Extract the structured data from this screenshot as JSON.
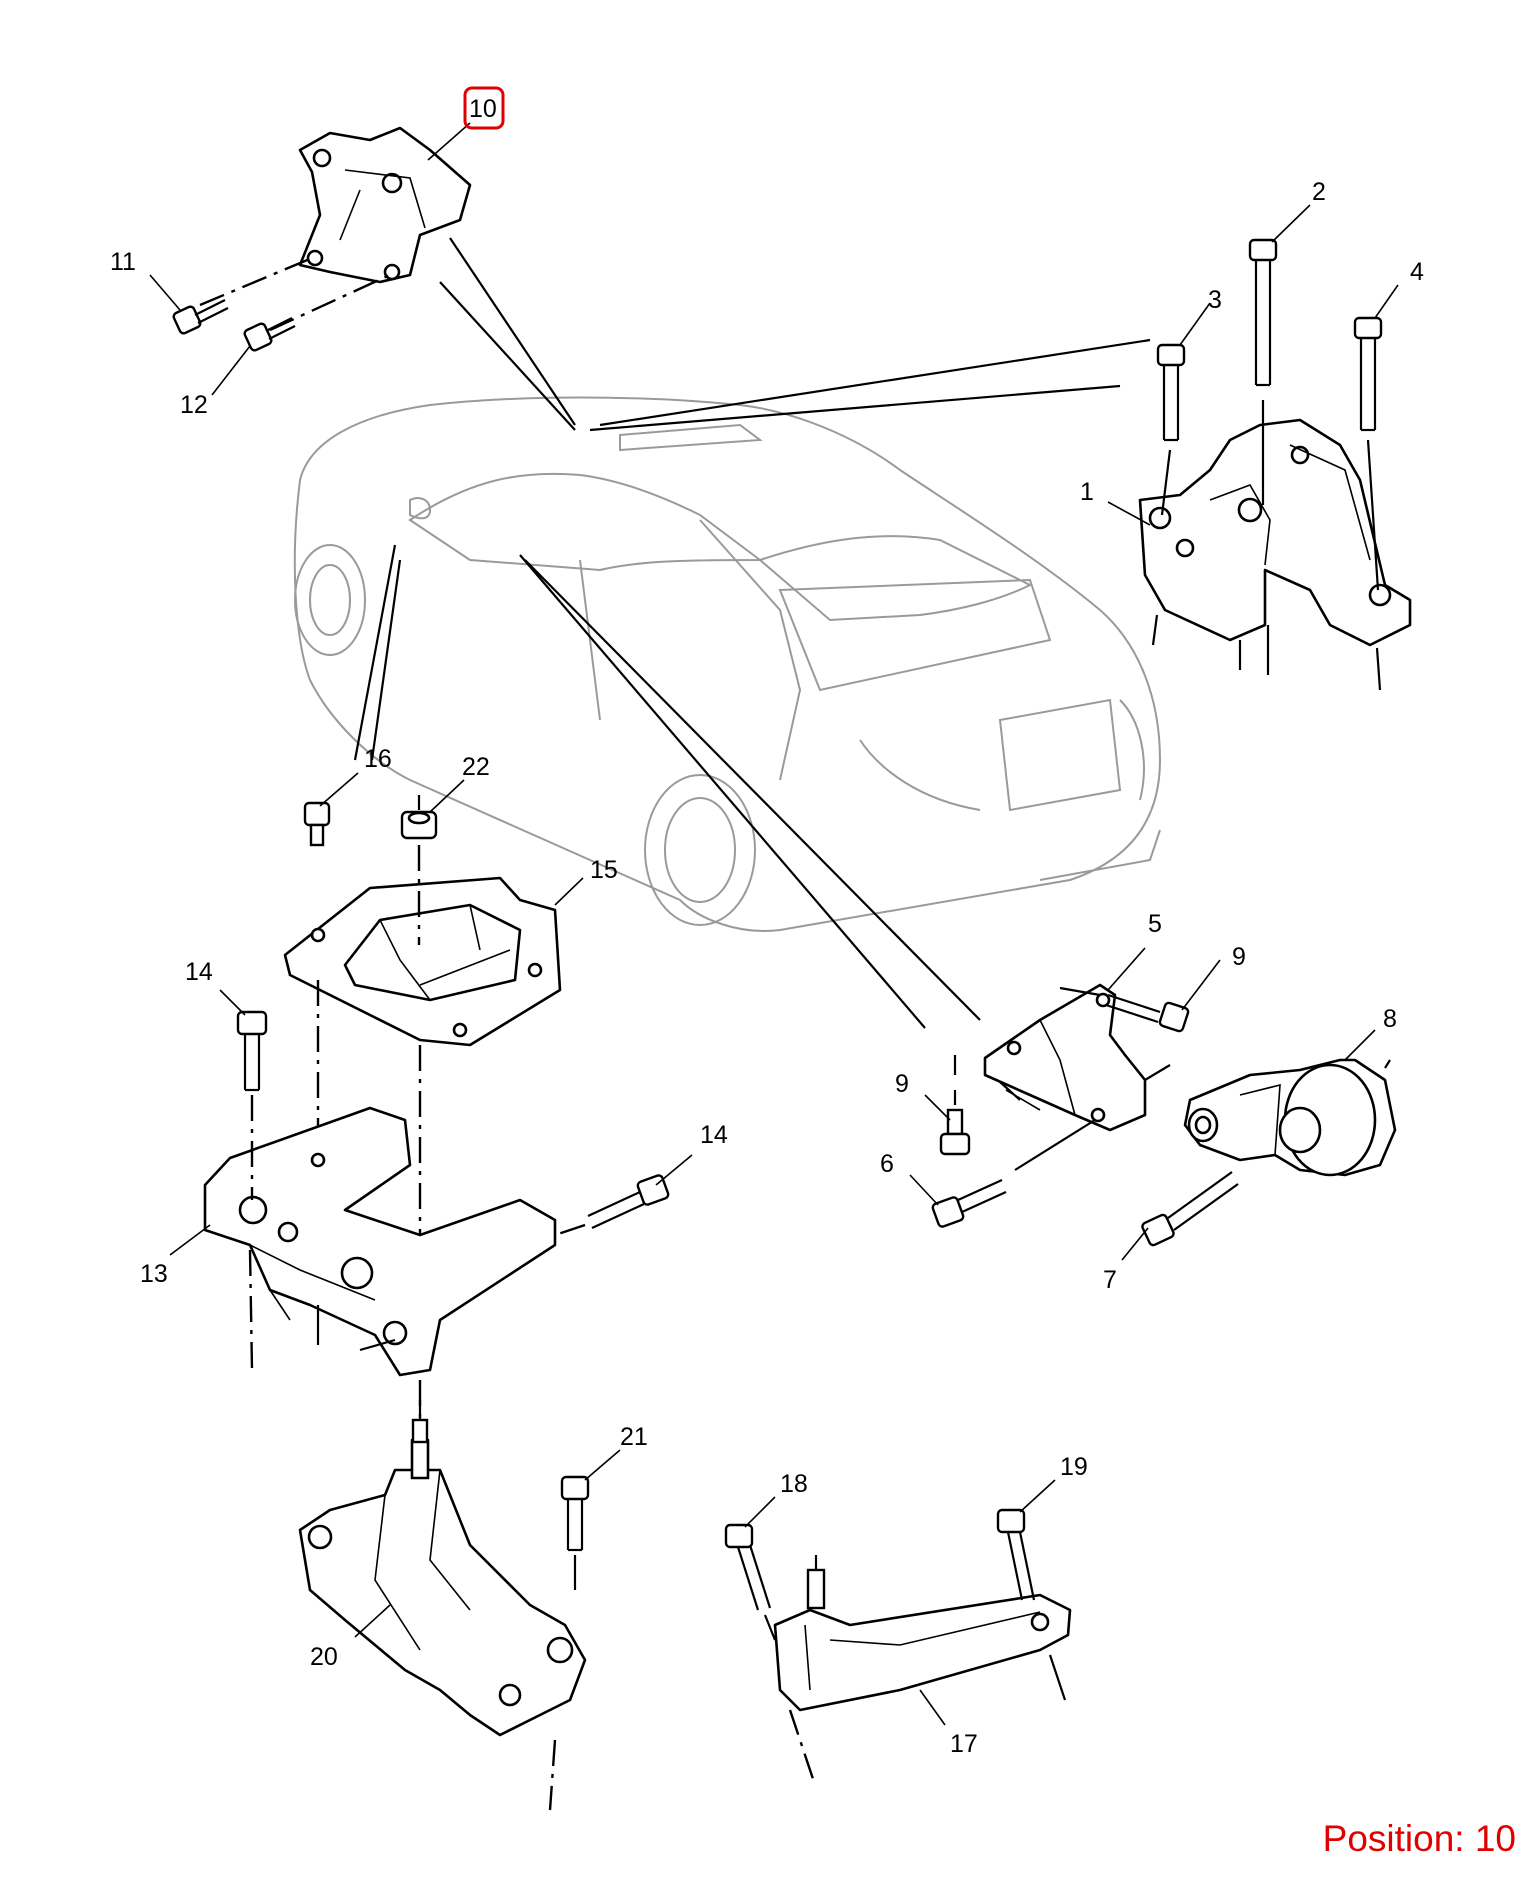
{
  "position_text": "Position: 10",
  "highlight_color": "#e00000",
  "callouts": {
    "c1": "1",
    "c2": "2",
    "c3": "3",
    "c4": "4",
    "c5": "5",
    "c6": "6",
    "c7": "7",
    "c8": "8",
    "c9a": "9",
    "c9b": "9",
    "c10": "10",
    "c11": "11",
    "c12": "12",
    "c13": "13",
    "c14a": "14",
    "c14b": "14",
    "c15": "15",
    "c16": "16",
    "c17": "17",
    "c18": "18",
    "c19": "19",
    "c20": "20",
    "c21": "21",
    "c22": "22"
  }
}
